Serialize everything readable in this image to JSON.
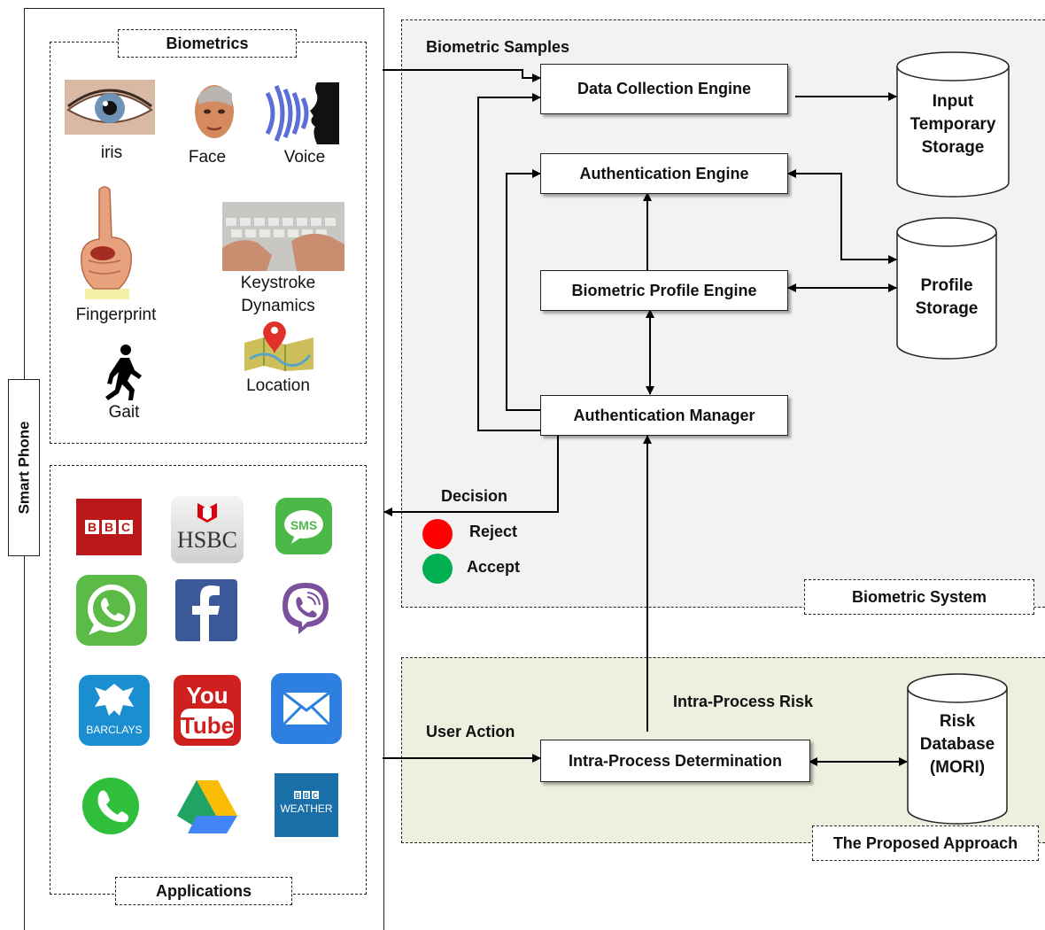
{
  "smartphone": {
    "label": "Smart Phone"
  },
  "biometrics": {
    "title": "Biometrics",
    "items": [
      {
        "label": "iris",
        "icon": "eye-icon"
      },
      {
        "label": "Face",
        "icon": "face-icon"
      },
      {
        "label": "Voice",
        "icon": "voice-icon"
      },
      {
        "label": "Fingerprint",
        "icon": "fingerprint-icon"
      },
      {
        "label": "Keystroke\nDynamics",
        "icon": "keyboard-icon"
      },
      {
        "label": "Gait",
        "icon": "walking-person-icon"
      },
      {
        "label": "Location",
        "icon": "map-pin-icon"
      }
    ]
  },
  "applications": {
    "title": "Applications",
    "apps": [
      {
        "name": "BBC",
        "icon": "bbc-icon",
        "color": "#bb1919"
      },
      {
        "name": "HSBC",
        "icon": "hsbc-icon",
        "color": "#db0011"
      },
      {
        "name": "SMS",
        "icon": "sms-icon",
        "color": "#4cb848"
      },
      {
        "name": "WhatsApp",
        "icon": "whatsapp-icon",
        "color": "#5cba47"
      },
      {
        "name": "Facebook",
        "icon": "facebook-icon",
        "color": "#3b5998"
      },
      {
        "name": "Viber",
        "icon": "viber-icon",
        "color": "#7b519d"
      },
      {
        "name": "BARCLAYS",
        "icon": "barclays-icon",
        "color": "#1a8ed1"
      },
      {
        "name": "YouTube",
        "icon": "youtube-icon",
        "color": "#cd201f"
      },
      {
        "name": "Mail",
        "icon": "mail-icon",
        "color": "#2d7fe0"
      },
      {
        "name": "Phone",
        "icon": "phone-icon",
        "color": "#2fbf3a"
      },
      {
        "name": "Drive",
        "icon": "google-drive-icon",
        "color": "#1fa463"
      },
      {
        "name": "BBC WEATHER",
        "icon": "bbc-weather-icon",
        "color": "#1a6fa8"
      }
    ]
  },
  "system": {
    "zone_label": "Biometric System",
    "samples_label": "Biometric Samples",
    "engines": {
      "data_collection": "Data Collection Engine",
      "authentication": "Authentication Engine",
      "profile": "Biometric Profile Engine",
      "manager": "Authentication Manager"
    },
    "storages": {
      "input": "Input\nTemporary\nStorage",
      "profile": "Profile\nStorage"
    },
    "decision": {
      "label": "Decision",
      "reject": "Reject",
      "accept": "Accept",
      "reject_color": "#ff0000",
      "accept_color": "#00b050"
    },
    "zone_color": "#f2f2f2"
  },
  "approach": {
    "zone_label": "The Proposed Approach",
    "user_action": "User Action",
    "intra_risk": "Intra-Process Risk",
    "determination": "Intra-Process Determination",
    "risk_db": "Risk\nDatabase\n(MORI)",
    "zone_color": "#ebf1de"
  }
}
